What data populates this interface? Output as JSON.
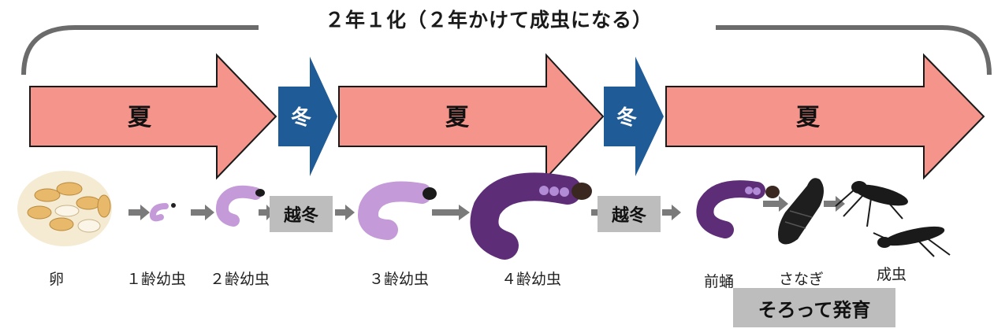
{
  "title": "２年１化（２年かけて成虫になる）",
  "seasons": {
    "summer1": "夏",
    "winter1": "冬",
    "summer2": "夏",
    "winter2": "冬",
    "summer3": "夏"
  },
  "overwinter_labels": [
    "越冬",
    "越冬"
  ],
  "stages": {
    "egg": "卵",
    "instar1": "１齢幼虫",
    "instar2": "２齢幼虫",
    "instar3": "３齢幼虫",
    "instar4": "４齢幼虫",
    "prepupa": "前蛹",
    "pupa": "さなぎ",
    "adult": "成虫"
  },
  "synchronized_note": "そろって発育",
  "colors": {
    "summer": "#f4948a",
    "winter": "#1f5b96",
    "bracket": "#6b6b6b",
    "grey_box": "#bdbdbd",
    "larva_light": "#c49bd8",
    "larva_dark": "#5e2d78"
  }
}
